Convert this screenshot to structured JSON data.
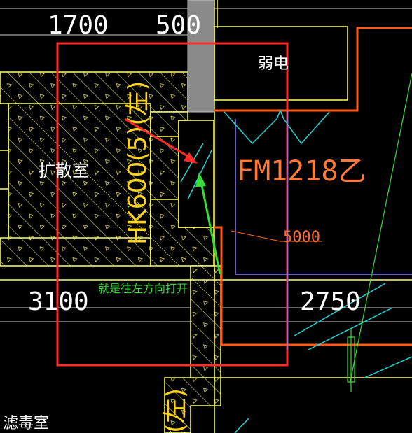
{
  "dimensions": {
    "top_left": "1700",
    "top_right": "500",
    "mid_left": "3100",
    "mid_right": "2750"
  },
  "rooms": {
    "diffusion": "扩散室",
    "weak_power": "弱电",
    "filter": "滤毒室"
  },
  "labels": {
    "blast_door": "HK600(5)(左)",
    "blast_door_lower": "(左)",
    "airtight_door": "FM1218乙",
    "elevation": "5000"
  },
  "annotation": {
    "note": "就是往左方向打开"
  },
  "colors": {
    "background": "#000000",
    "wall_outline": "#ffff66",
    "hatch": "#d8d866",
    "red_box": "#ff2a2a",
    "orange_line": "#ff5a1a",
    "cyan": "#22d3d3",
    "blue_purple": "#8c7cff",
    "green": "#33dd33",
    "grey_column": "#8a8a8a"
  }
}
